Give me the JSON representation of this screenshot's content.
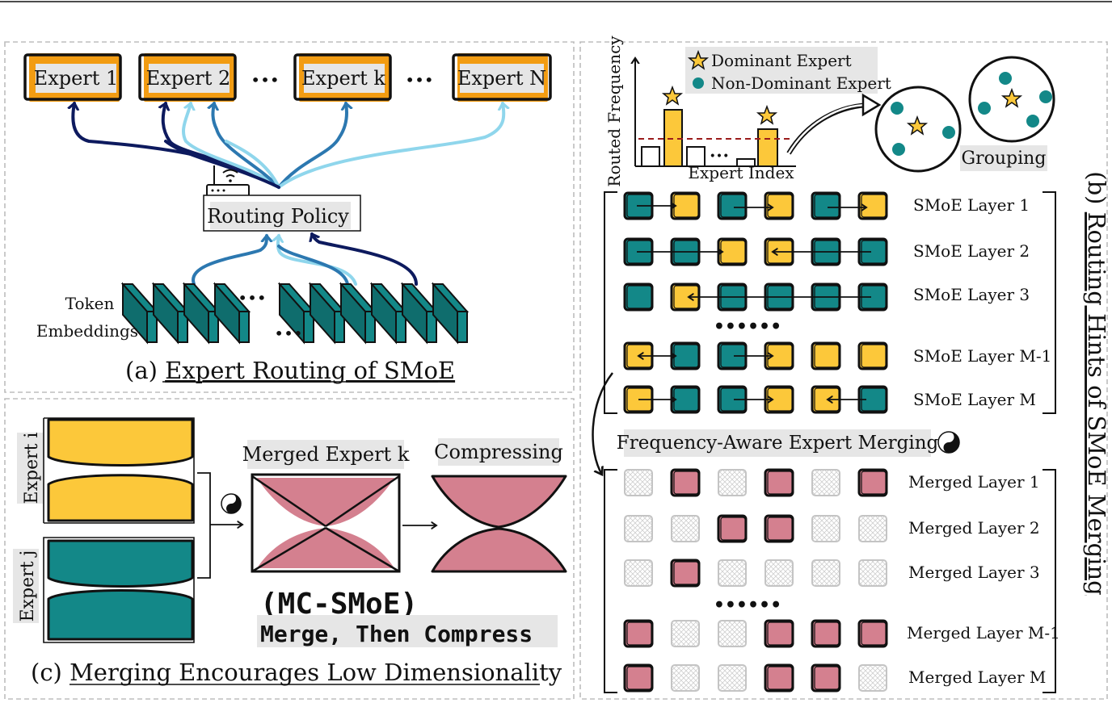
{
  "colors": {
    "orange": "#f29c12",
    "yellow": "#fcc83a",
    "teal": "#138888",
    "pink": "#d4808f",
    "navy": "#0d1a5e",
    "mid_blue": "#2c78b0",
    "light_blue": "#8fd6ec",
    "red_dash": "#9b1c1c",
    "label_bg": "#e6e6e6"
  },
  "panel_a": {
    "experts": [
      "Expert 1",
      "Expert 2",
      "Expert k",
      "Expert N"
    ],
    "ellipsis": "•••",
    "routing_policy": "Routing Policy",
    "token_label_1": "Token",
    "token_label_2": "Embeddings",
    "caption_prefix": "(a) ",
    "caption_text": "Expert Routing of SMoE"
  },
  "panel_b": {
    "legend_dominant": "Dominant Expert",
    "legend_nondominant": "Non-Dominant Expert",
    "y_axis": "Routed Frequency",
    "x_axis": "Expert Index",
    "grouping": "Grouping",
    "smoe_layers": [
      {
        "label": "SMoE Layer 1",
        "pattern": [
          "T",
          "Y",
          "T",
          "Y",
          "T",
          "Y"
        ]
      },
      {
        "label": "SMoE Layer 2",
        "pattern": [
          "T",
          "T",
          "Y",
          "Y",
          "T",
          "T"
        ]
      },
      {
        "label": "SMoE Layer 3",
        "pattern": [
          "T",
          "Y",
          "T",
          "T",
          "T",
          "T"
        ]
      },
      {
        "label": "SMoE Layer M-1",
        "pattern": [
          "Y",
          "T",
          "T",
          "Y",
          "Y",
          "Y"
        ]
      },
      {
        "label": "SMoE Layer M",
        "pattern": [
          "Y",
          "T",
          "T",
          "Y",
          "Y",
          "T"
        ]
      }
    ],
    "dots": "••••••",
    "merging_label": "Frequency-Aware Expert Merging",
    "merged_layers": [
      {
        "label": "Merged Layer 1",
        "pattern": [
          "G",
          "P",
          "G",
          "P",
          "G",
          "P"
        ]
      },
      {
        "label": "Merged Layer 2",
        "pattern": [
          "G",
          "G",
          "P",
          "P",
          "G",
          "G"
        ]
      },
      {
        "label": "Merged Layer 3",
        "pattern": [
          "G",
          "P",
          "G",
          "G",
          "G",
          "G"
        ]
      },
      {
        "label": "Merged Layer M-1",
        "pattern": [
          "P",
          "G",
          "G",
          "P",
          "P",
          "P"
        ]
      },
      {
        "label": "Merged Layer M",
        "pattern": [
          "P",
          "G",
          "G",
          "P",
          "P",
          "G"
        ]
      }
    ],
    "side_title_prefix": "(b) ",
    "side_title": "Routing Hints of SMoE Merging"
  },
  "panel_c": {
    "expert_i": "Expert i",
    "expert_j": "Expert j",
    "merged_expert": "Merged Expert k",
    "compressing": "Compressing",
    "mc_smoe": "(MC-SMoE)",
    "tagline": "Merge, Then Compress",
    "caption_prefix": "(c) ",
    "caption_text": "Merging Encourages Low Dimensionality"
  }
}
